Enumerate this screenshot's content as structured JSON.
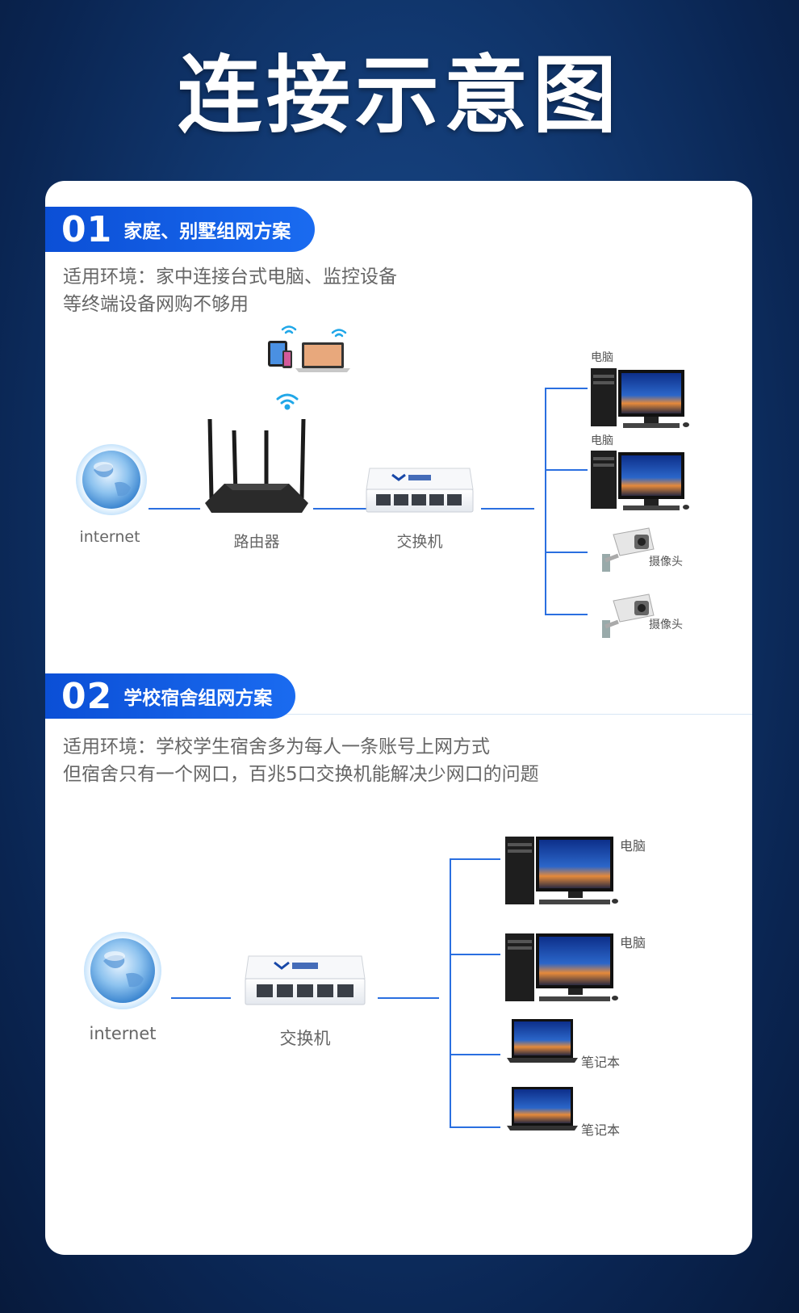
{
  "title": "连接示意图",
  "section1": {
    "number": "01",
    "heading": "家庭、别墅组网方案",
    "desc_line1": "适用环境：家中连接台式电脑、监控设备",
    "desc_line2": "等终端设备网购不够用",
    "nodes": {
      "internet": "internet",
      "router": "路由器",
      "switch": "交换机"
    },
    "devices": [
      "电脑",
      "电脑",
      "摄像头",
      "摄像头"
    ]
  },
  "section2": {
    "number": "02",
    "heading": "学校宿舍组网方案",
    "desc_line1": "适用环境：学校学生宿舍多为每人一条账号上网方式",
    "desc_line2": "但宿舍只有一个网口，百兆5口交换机能解决少网口的问题",
    "nodes": {
      "internet": "internet",
      "switch": "交换机"
    },
    "devices": [
      "电脑",
      "电脑",
      "笔记本",
      "笔记本"
    ]
  },
  "colors": {
    "accent": "#1668e8",
    "line": "#2a6fe0",
    "text": "#666666"
  }
}
